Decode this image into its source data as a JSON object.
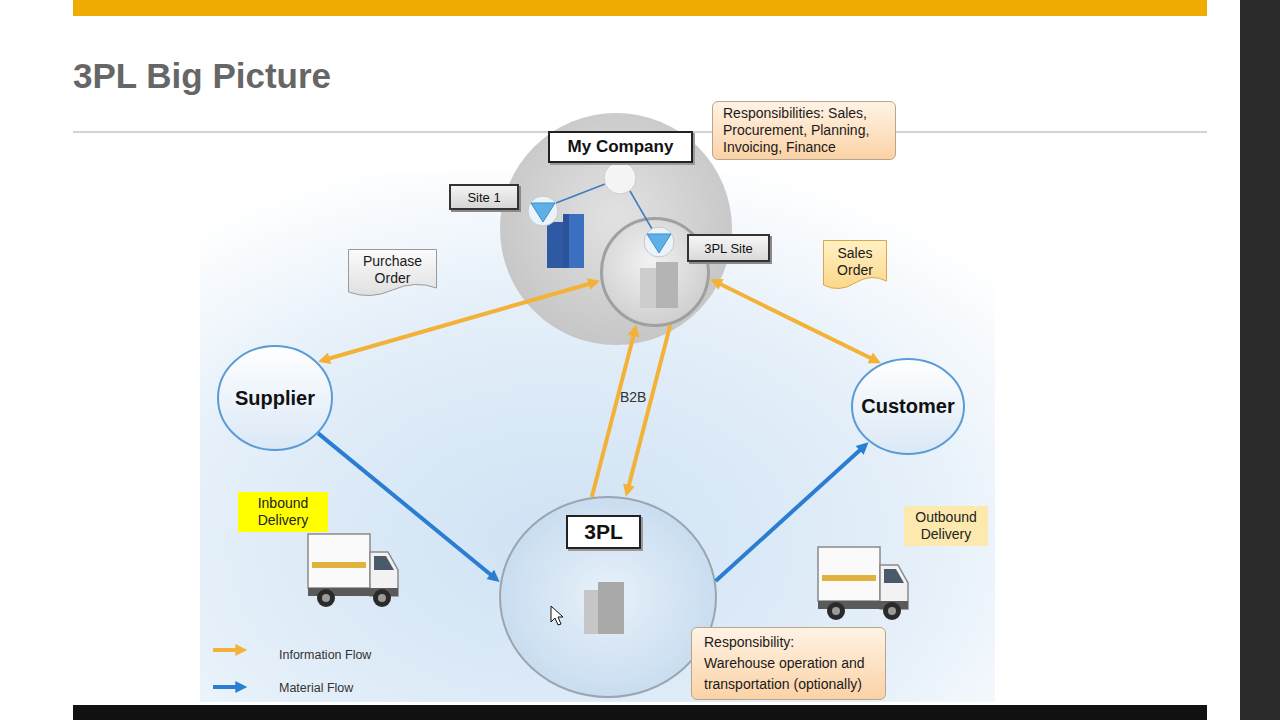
{
  "diagram": {
    "title": "3PL Big Picture",
    "nodes": [
      {
        "text": [
          "My Company"
        ]
      },
      {
        "text": [
          "Site 1"
        ],
        "in": 0
      },
      {
        "text": [
          "3PL Site"
        ],
        "in": 0
      },
      {
        "text": [
          "Responsibilities: Sales, Procurement, Planning, Invoicing, Finance"
        ]
      },
      {
        "text": [
          "Purchase Order"
        ]
      },
      {
        "text": [
          "Sales Order"
        ]
      },
      {
        "text": [
          "Supplier"
        ]
      },
      {
        "text": [
          "Customer"
        ]
      },
      {
        "text": [
          "Inbound Delivery"
        ]
      },
      {
        "text": [
          "3PL"
        ]
      },
      {
        "text": [
          "Outbound Delivery"
        ]
      },
      {
        "text": [
          "Responsibility: Warehouse operation and transportation (optionally)"
        ]
      }
    ],
    "edges": [
      {
        "from": 6,
        "to": 2,
        "arrow": "both"
      },
      {
        "from": 2,
        "to": 7,
        "arrow": "both"
      },
      {
        "from": 9,
        "to": 2,
        "label": "B2B",
        "arrow": "to"
      },
      {
        "from": 2,
        "to": 9,
        "arrow": "to"
      },
      {
        "from": 6,
        "to": 9,
        "arrow": "to"
      },
      {
        "from": 9,
        "to": 7,
        "arrow": "to"
      }
    ],
    "legend": [
      {
        "text": "Information Flow"
      },
      {
        "text": "Material Flow"
      }
    ]
  }
}
